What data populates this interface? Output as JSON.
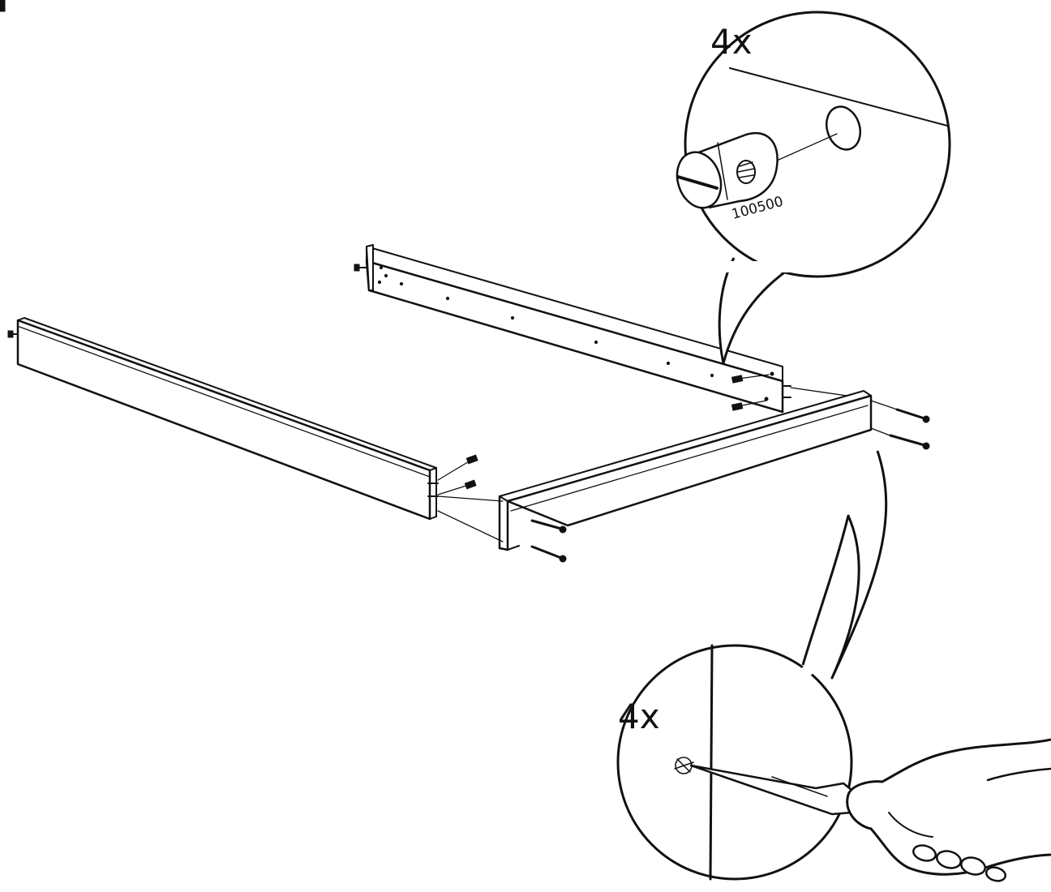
{
  "callouts": {
    "top": {
      "quantity": "4x",
      "part_number": "100500"
    },
    "bottom": {
      "quantity": "4x"
    }
  },
  "colors": {
    "line": "#111111",
    "background": "#ffffff"
  }
}
